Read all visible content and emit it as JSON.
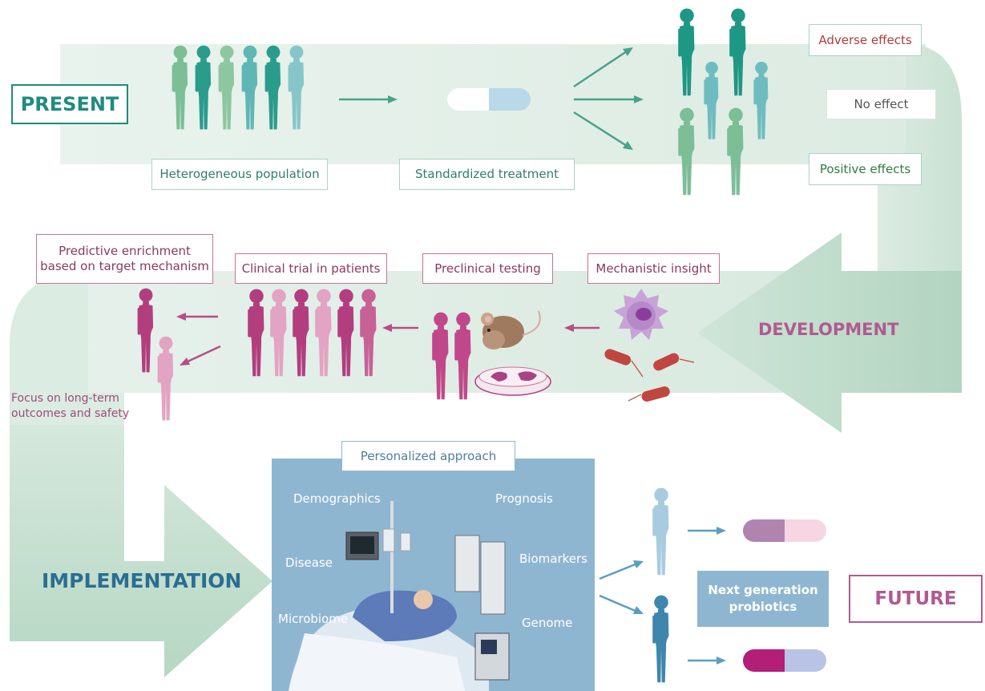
{
  "stages": {
    "present": "PRESENT",
    "development": "DEVELOPMENT",
    "implementation": "IMPLEMENTATION",
    "future": "FUTURE"
  },
  "present": {
    "population_label": "Heterogeneous population",
    "treatment_label": "Standardized treatment",
    "outcomes": {
      "adverse": "Adverse effects",
      "none": "No effect",
      "positive": "Positive effects"
    }
  },
  "development": {
    "mechanistic": "Mechanistic insight",
    "preclinical": "Preclinical testing",
    "clinical": "Clinical trial in patients",
    "enrichment_line1": "Predictive enrichment",
    "enrichment_line2": "based on target mechanism",
    "focus_line1": "Focus on long-term",
    "focus_line2": "outcomes and safety"
  },
  "implementation": {
    "panel_title": "Personalized approach",
    "factors": {
      "demographics": "Demographics",
      "prognosis": "Prognosis",
      "disease": "Disease",
      "biomarkers": "Biomarkers",
      "microbiome": "Microbiome",
      "genome": "Genome"
    },
    "ngp_line1": "Next generation",
    "ngp_line2": "probiotics"
  },
  "colors": {
    "band_green": "#e3efe8",
    "arrow_green": "#bcd9c9",
    "teal_text": "#1e8c7e",
    "pink_text": "#b05a90",
    "blue_text": "#2a6e91",
    "panel_blue": "#8fb6d1"
  }
}
